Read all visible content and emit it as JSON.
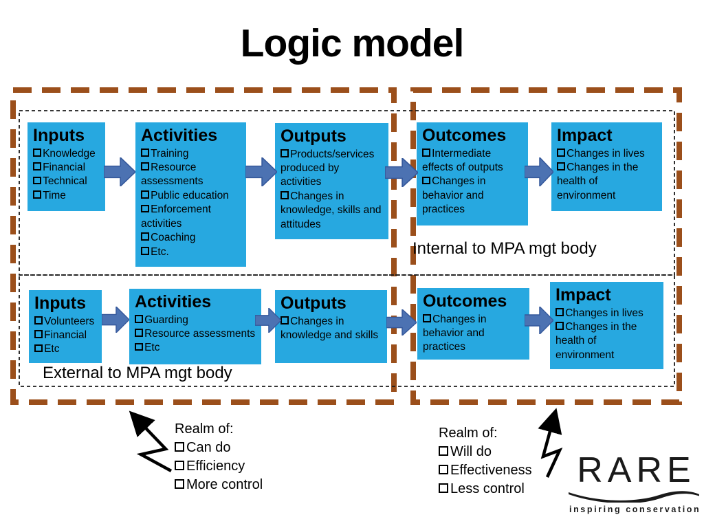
{
  "title": "Logic model",
  "colors": {
    "box_blue": "#27A8E0",
    "arrow_fill": "#4C72B2",
    "arrow_stroke": "#35589B",
    "dash_brown": "#9B4F1B"
  },
  "diagram": {
    "internal": {
      "region_label": "Internal to MPA mgt body",
      "inputs": {
        "title": "Inputs",
        "items": [
          "Knowledge",
          "Financial",
          "Technical",
          "Time"
        ]
      },
      "activities": {
        "title": "Activities",
        "items": [
          "Training",
          "Resource assessments",
          "Public education",
          "Enforcement activities",
          "Coaching",
          "Etc."
        ]
      },
      "outputs": {
        "title": "Outputs",
        "items": [
          "Products/services produced by activities",
          "Changes in knowledge, skills and attitudes"
        ]
      },
      "outcomes": {
        "title": "Outcomes",
        "items": [
          "Intermediate effects of outputs",
          "Changes in behavior and practices"
        ]
      },
      "impact": {
        "title": "Impact",
        "items": [
          "Changes in lives",
          "Changes in the health of environment"
        ]
      }
    },
    "external": {
      "region_label": "External to MPA mgt body",
      "inputs": {
        "title": "Inputs",
        "items": [
          "Volunteers",
          "Financial",
          "Etc"
        ]
      },
      "activities": {
        "title": "Activities",
        "items": [
          "Guarding",
          "Resource assessments",
          "Etc"
        ]
      },
      "outputs": {
        "title": "Outputs",
        "items": [
          "Changes in knowledge and skills"
        ]
      },
      "outcomes": {
        "title": "Outcomes",
        "items": [
          "Changes in behavior and practices"
        ]
      },
      "impact": {
        "title": "Impact",
        "items": [
          "Changes in lives",
          "Changes in the health of environment"
        ]
      }
    }
  },
  "annotations": {
    "realm_left": {
      "title": "Realm of:",
      "items": [
        "Can do",
        "Efficiency",
        "More control"
      ]
    },
    "realm_right": {
      "title": "Realm of:",
      "items": [
        "Will do",
        "Effectiveness",
        "Less control"
      ]
    }
  },
  "logo": {
    "name": "RARE",
    "tagline": "inspiring conservation"
  }
}
